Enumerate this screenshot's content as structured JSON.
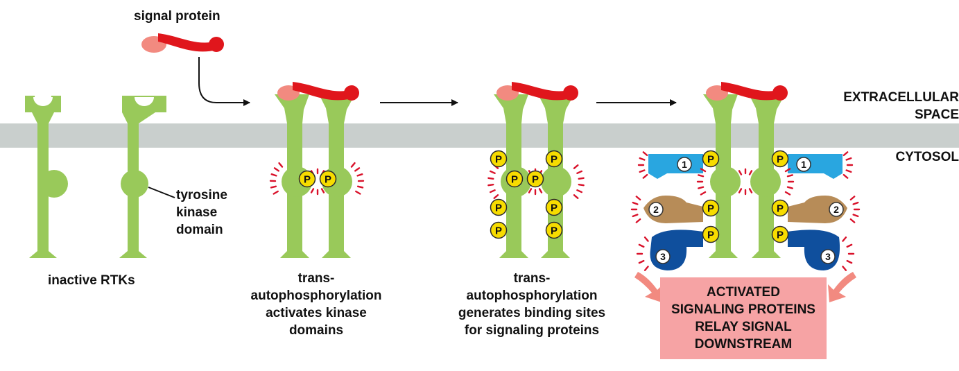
{
  "labels": {
    "signal_protein": "signal protein",
    "extracellular": "EXTRACELLULAR\nSPACE",
    "cytosol": "CYTOSOL",
    "tyrosine_kinase": "tyrosine\nkinase\ndomain",
    "inactive": "inactive RTKs",
    "step1": "trans-\nautophosphorylation\nactivates kinase\ndomains",
    "step2": "trans-\nautophosphorylation\ngenerates binding sites\nfor signaling proteins",
    "outcome": "ACTIVATED\nSIGNALING PROTEINS\nRELAY SIGNAL\nDOWNSTREAM"
  },
  "phospho_label": "P",
  "signaling_proteins": [
    "1",
    "2",
    "3"
  ],
  "colors": {
    "membrane": "#c9cfcd",
    "receptor": "#99c95a",
    "signal_dark": "#e0161c",
    "signal_light": "#f28a80",
    "phospho": "#f7dc00",
    "dash": "#d9112a",
    "protein1": "#29a6e0",
    "protein2": "#b78c58",
    "protein3": "#0f4f9d",
    "outcome_box": "#f6a3a4",
    "arrow_pink": "#f28a80"
  }
}
